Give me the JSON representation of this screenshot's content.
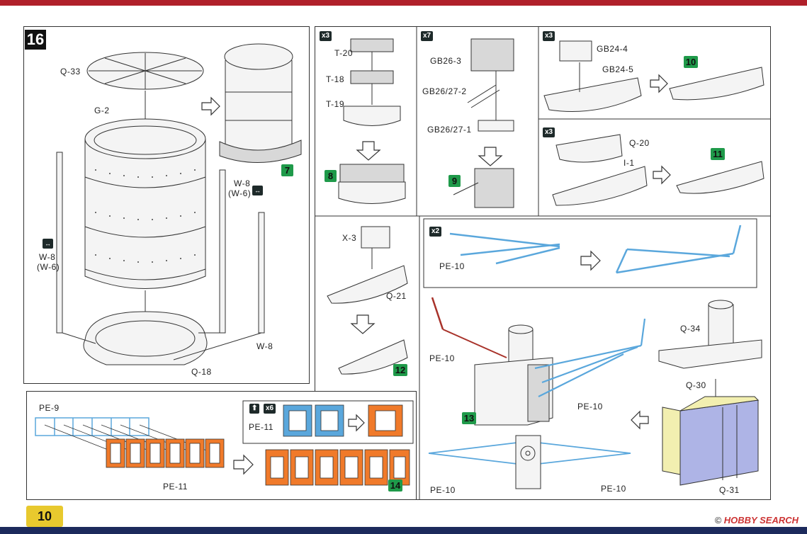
{
  "page": {
    "number": "10",
    "watermark": "HOBBY SEARCH",
    "watermark_prefix": "©"
  },
  "step16": {
    "number": "16",
    "labels": {
      "q33": "Q-33",
      "g2": "G-2",
      "w8_right": "W-8",
      "w6_right": "(W-6)",
      "w8_left": "W-8",
      "w6_left": "(W-6)",
      "w8_bottom": "W-8",
      "q18": "Q-18"
    },
    "result_step": "7"
  },
  "step8": {
    "qty": "x3",
    "labels": {
      "t20": "T-20",
      "t18": "T-18",
      "t19": "T-19"
    },
    "result_step": "8"
  },
  "step9": {
    "qty": "x7",
    "labels": {
      "gb26_3": "GB26-3",
      "gb26_27_2": "GB26/27-2",
      "gb26_27_1": "GB26/27-1"
    },
    "result_step": "9"
  },
  "step10": {
    "qty": "x3",
    "labels": {
      "gb24_4": "GB24-4",
      "gb24_5": "GB24-5"
    },
    "result_step": "10"
  },
  "step11": {
    "qty": "x3",
    "labels": {
      "q20": "Q-20",
      "i1": "I-1"
    },
    "result_step": "11"
  },
  "step12": {
    "labels": {
      "x3": "X-3",
      "q21": "Q-21"
    },
    "result_step": "12"
  },
  "pe10_sub": {
    "qty": "x2",
    "label": "PE-10"
  },
  "step13": {
    "labels": {
      "pe10_a": "PE-10",
      "pe10_b": "PE-10",
      "pe10_c": "PE-10",
      "pe10_d": "PE-10",
      "q34": "Q-34",
      "q30": "Q-30",
      "q31": "Q-31"
    },
    "result_step": "13"
  },
  "step14": {
    "labels": {
      "pe9": "PE-9",
      "pe11_bottom": "PE-11",
      "pe11_inset": "PE-11"
    },
    "inset_qty": "x6",
    "result_step": "14"
  },
  "colors": {
    "pe_blue": "#5aa7dc",
    "pe_orange": "#f07a2a",
    "part_lilac": "#aeb4e6",
    "part_yellow": "#f2efb0",
    "step_green": "#1f9a4a",
    "page_yellow": "#e8c92e"
  }
}
